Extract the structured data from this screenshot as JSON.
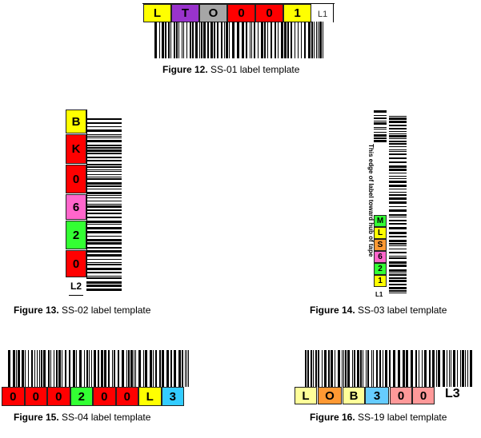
{
  "figures": [
    {
      "id": "fig12",
      "caption_number": "Figure 12.",
      "caption_text": " SS-01 label template",
      "cells": [
        {
          "text": "L",
          "color": "#ffff00"
        },
        {
          "text": "T",
          "color": "#9933cc"
        },
        {
          "text": "O",
          "color": "#a6a6a6"
        },
        {
          "text": "0",
          "color": "#ff0000"
        },
        {
          "text": "0",
          "color": "#ff0000"
        },
        {
          "text": "1",
          "color": "#ffff00"
        }
      ],
      "suffix": "L1"
    },
    {
      "id": "fig13",
      "caption_number": "Figure 13.",
      "caption_text": " SS-02 label template",
      "cells": [
        {
          "text": "B",
          "color": "#ffff00"
        },
        {
          "text": "K",
          "color": "#ff0000"
        },
        {
          "text": "0",
          "color": "#ff0000"
        },
        {
          "text": "6",
          "color": "#ff66cc"
        },
        {
          "text": "2",
          "color": "#33ff33"
        },
        {
          "text": "0",
          "color": "#ff0000"
        }
      ],
      "suffix": "L2"
    },
    {
      "id": "fig14",
      "caption_number": "Figure 14.",
      "caption_text": " SS-03 label template",
      "edge_text": "This edge of label toward hub of tape",
      "cells": [
        {
          "text": "M",
          "color": "#33ff33"
        },
        {
          "text": "L",
          "color": "#ffff00"
        },
        {
          "text": "S",
          "color": "#ff9933"
        },
        {
          "text": "6",
          "color": "#ff66cc"
        },
        {
          "text": "2",
          "color": "#33ff33"
        },
        {
          "text": "1",
          "color": "#ffff00"
        }
      ],
      "suffix": "L1"
    },
    {
      "id": "fig15",
      "caption_number": "Figure 15.",
      "caption_text": " SS-04 label template",
      "cells": [
        {
          "text": "0",
          "color": "#ff0000"
        },
        {
          "text": "0",
          "color": "#ff0000"
        },
        {
          "text": "0",
          "color": "#ff0000"
        },
        {
          "text": "2",
          "color": "#33ff33"
        },
        {
          "text": "0",
          "color": "#ff0000"
        },
        {
          "text": "0",
          "color": "#ff0000"
        },
        {
          "text": "L",
          "color": "#ffff00"
        },
        {
          "text": "3",
          "color": "#33ccff"
        }
      ]
    },
    {
      "id": "fig16",
      "caption_number": "Figure 16.",
      "caption_text": " SS-19 label template",
      "cells": [
        {
          "text": "L",
          "color": "#ffff99"
        },
        {
          "text": "O",
          "color": "#ff9933"
        },
        {
          "text": "B",
          "color": "#ffff99"
        },
        {
          "text": "3",
          "color": "#66ccff"
        },
        {
          "text": "0",
          "color": "#ff9999"
        },
        {
          "text": "0",
          "color": "#ff9999"
        }
      ],
      "suffix": "L3"
    }
  ]
}
